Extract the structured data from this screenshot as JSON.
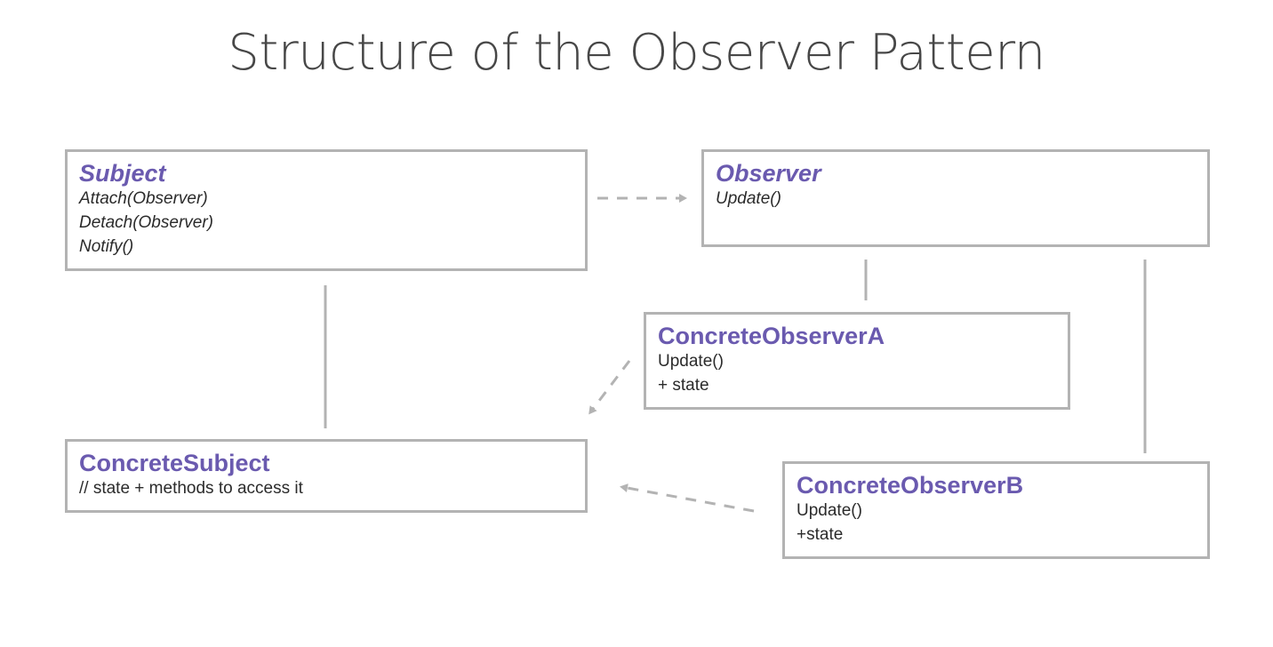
{
  "title": "Structure of the Observer Pattern",
  "colors": {
    "class_name": "#6a5aaf",
    "member_text": "#2b2b2b",
    "border": "#b3b3b3",
    "connector": "#b3b3b3",
    "title": "#474747"
  },
  "classes": {
    "subject": {
      "name": "Subject",
      "members": [
        "Attach(Observer)",
        "Detach(Observer)",
        "Notify()"
      ]
    },
    "observer": {
      "name": "Observer",
      "members": [
        "Update()"
      ]
    },
    "concrete_observer_a": {
      "name": "ConcreteObserverA",
      "members": [
        "Update()",
        "+ state"
      ]
    },
    "concrete_subject": {
      "name": "ConcreteSubject",
      "members": [
        "// state + methods to access it"
      ]
    },
    "concrete_observer_b": {
      "name": "ConcreteObserverB",
      "members": [
        "Update()",
        "+state"
      ]
    }
  }
}
